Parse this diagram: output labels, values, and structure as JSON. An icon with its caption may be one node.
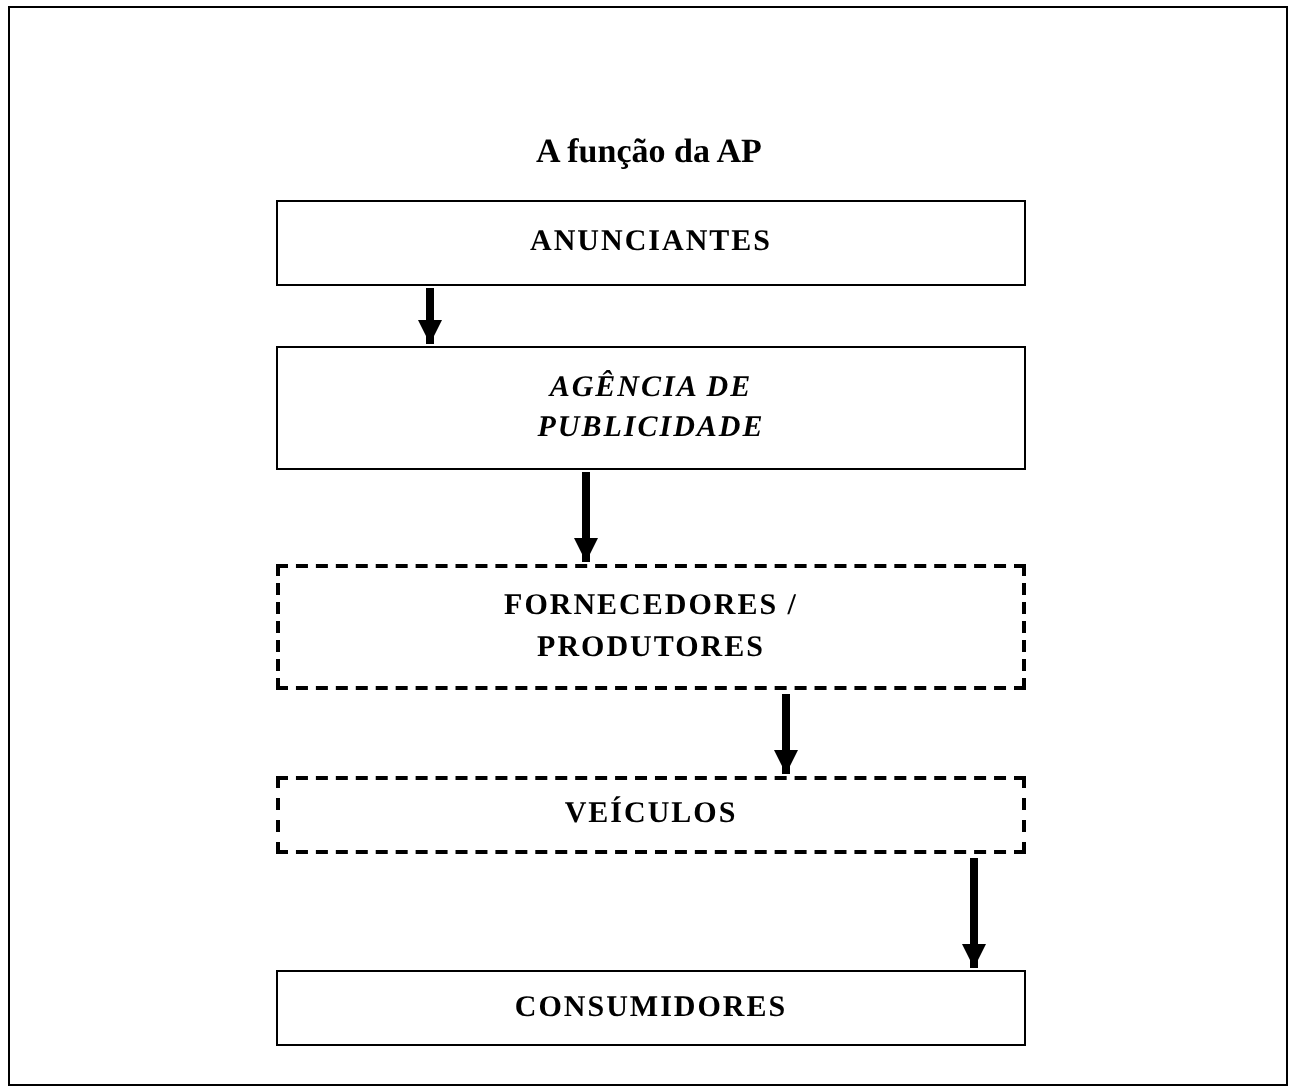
{
  "diagram": {
    "title": "A função da AP",
    "nodes": [
      {
        "text": [
          "ANUNCIANTES"
        ]
      },
      {
        "text": [
          "AGÊNCIA DE PUBLICIDADE"
        ]
      },
      {
        "text": [
          "FORNECEDORES / PRODUTORES"
        ]
      },
      {
        "text": [
          "VEÍCULOS"
        ]
      },
      {
        "text": [
          "CONSUMIDORES"
        ]
      }
    ],
    "edges": [
      {
        "from": 0,
        "to": 1,
        "arrow": "to"
      },
      {
        "from": 1,
        "to": 2,
        "arrow": "to"
      },
      {
        "from": 2,
        "to": 3,
        "arrow": "to"
      },
      {
        "from": 3,
        "to": 4,
        "arrow": "to"
      }
    ]
  }
}
